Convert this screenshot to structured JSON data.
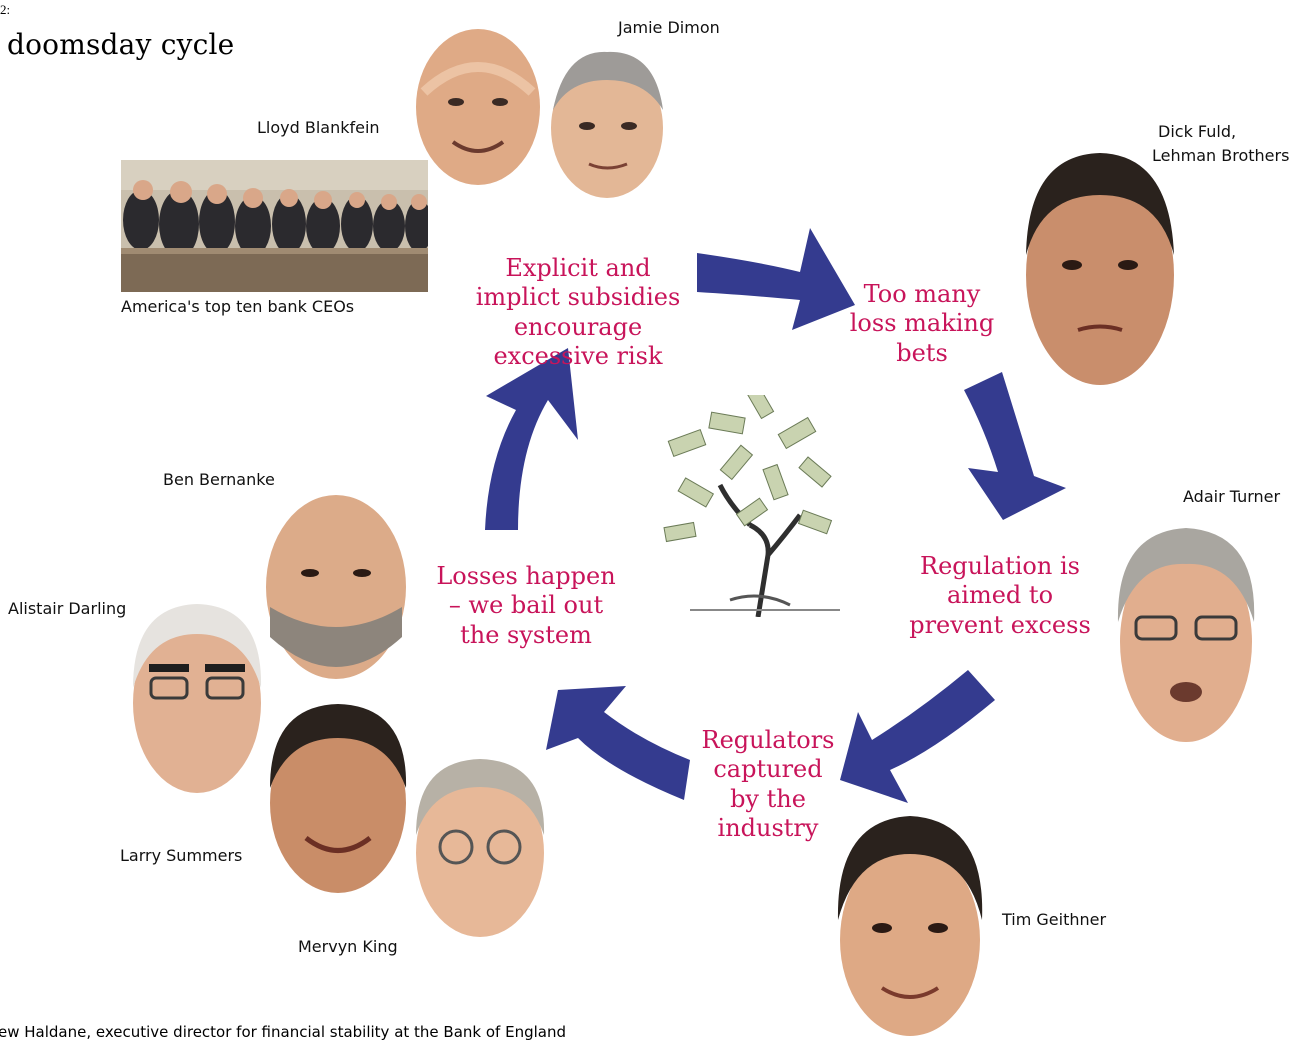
{
  "figure": {
    "number": "2:",
    "title": "doomsday cycle",
    "source": "ew Haldane, executive director for financial stability at the Bank of England"
  },
  "colors": {
    "arrow": "#343b8f",
    "stage_text": "#c8145a",
    "skin": "#e5b592",
    "hair_dark": "#2a221d",
    "hair_grey": "#a9a6a0"
  },
  "stages": [
    {
      "id": "subsidies",
      "lines": [
        "Explicit and",
        "implict subsidies",
        "encourage",
        "excessive risk"
      ]
    },
    {
      "id": "bets",
      "lines": [
        "Too many",
        "loss making",
        "bets"
      ]
    },
    {
      "id": "regulation",
      "lines": [
        "Regulation is",
        "aimed to",
        "prevent excess"
      ]
    },
    {
      "id": "captured",
      "lines": [
        "Regulators",
        "captured",
        "by the",
        "industry"
      ]
    },
    {
      "id": "bailout",
      "lines": [
        "Losses happen",
        "– we bail out",
        "the system"
      ]
    }
  ],
  "people": {
    "jamie_dimon": "Jamie Dimon",
    "lloyd_blankfein": "Lloyd Blankfein",
    "ceos_photo": "America's top ten bank CEOs",
    "dick_fuld_1": "Dick Fuld,",
    "dick_fuld_2": "Lehman Brothers",
    "adair_turner": "Adair Turner",
    "tim_geithner": "Tim Geithner",
    "mervyn_king": "Mervyn King",
    "larry_summers": "Larry Summers",
    "alistair_darling": "Alistair Darling",
    "ben_bernanke": "Ben Bernanke"
  },
  "icons": [
    "money-tree-icon",
    "cycle-arrow-icon",
    "face-photo-icon",
    "board-meeting-photo"
  ]
}
